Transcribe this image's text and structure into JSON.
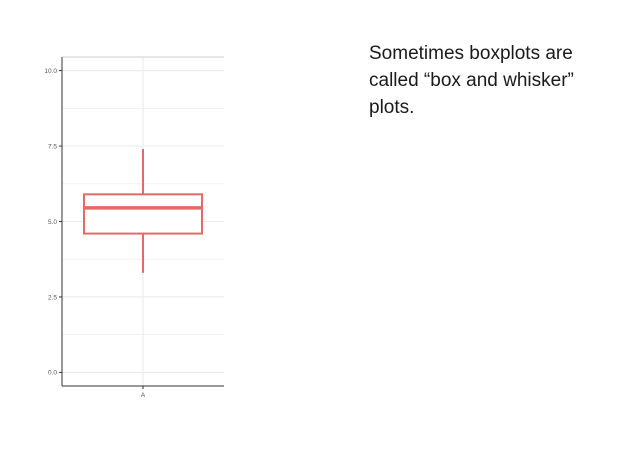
{
  "slide": {
    "text": "Sometimes boxplots are called “box and whisker” plots."
  },
  "chart_data": {
    "type": "boxplot",
    "categories": [
      "A"
    ],
    "boxes": [
      {
        "category": "A",
        "whisker_low": 3.3,
        "q1": 4.6,
        "median": 5.45,
        "q3": 5.9,
        "whisker_high": 7.4
      }
    ],
    "ylim": [
      -0.45,
      10.45
    ],
    "yticks": [
      0.0,
      2.5,
      5.0,
      7.5,
      10.0
    ],
    "ytick_labels": [
      "0.0",
      "2.5",
      "5.0",
      "7.5",
      "10.0"
    ],
    "xlabel": "",
    "ylabel": "",
    "grid": true,
    "colors": {
      "box": "#e26b63",
      "grid": "#ebebeb",
      "axis": "#333333"
    }
  }
}
